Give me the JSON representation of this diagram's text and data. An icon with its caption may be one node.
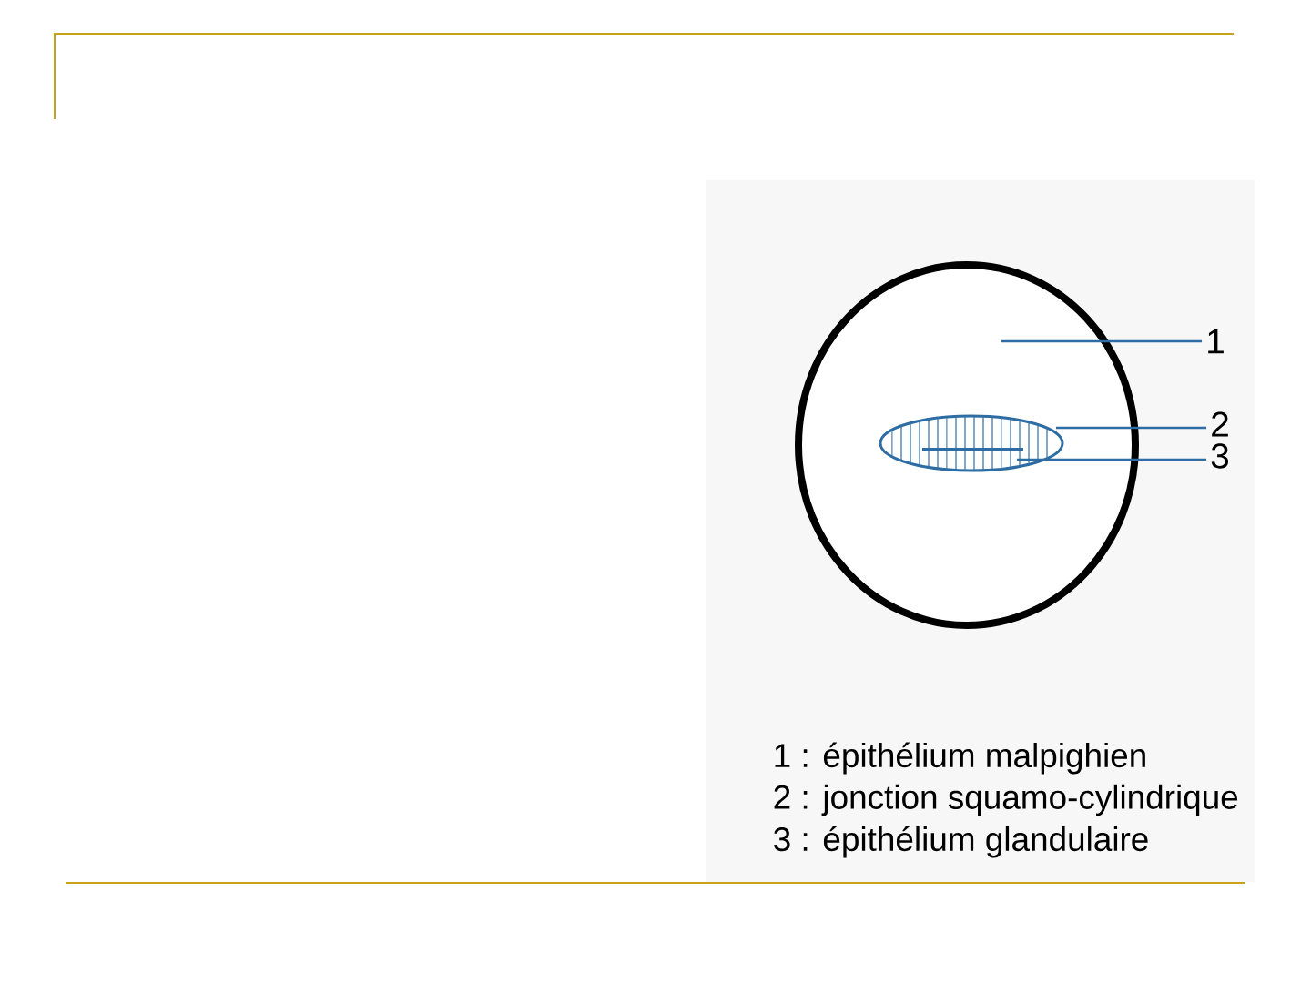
{
  "diagram": {
    "nodes": [
      {
        "text": [],
        "shape": "circle"
      },
      {
        "text": [],
        "shape": "ellipse",
        "in": 0
      },
      {
        "text": [
          "1"
        ]
      },
      {
        "text": [
          "2"
        ]
      },
      {
        "text": [
          "3"
        ]
      }
    ],
    "edges": [
      {
        "from": 2,
        "to": 0,
        "arrow": "none"
      },
      {
        "from": 3,
        "to": 1,
        "arrow": "none"
      },
      {
        "from": 4,
        "to": 1,
        "arrow": "none"
      }
    ],
    "labels": [
      "1 : épithélium malpighien",
      "2 : jonction squamo-cylindrique",
      "3 : épithélium glandulaire"
    ]
  }
}
